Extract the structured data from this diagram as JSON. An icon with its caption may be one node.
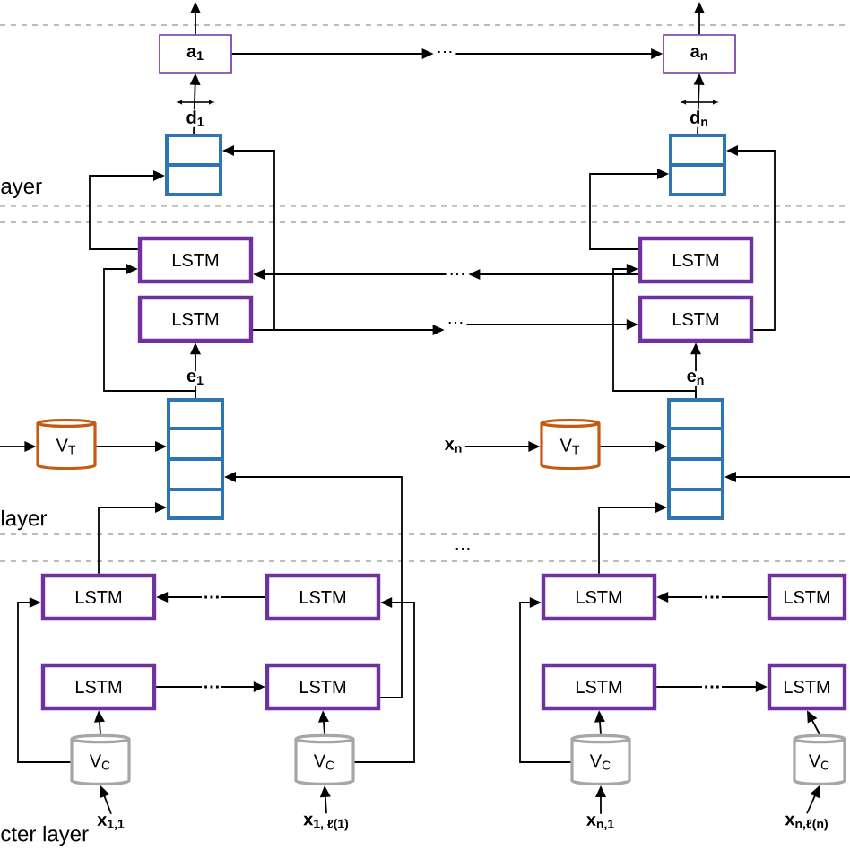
{
  "diagram": {
    "nodes": [
      {
        "text": [
          "a$_{1}$"
        ]
      },
      {
        "text": [
          "a$_{n}$"
        ]
      },
      {
        "text": [],
        "shape": "box"
      },
      {
        "text": [],
        "shape": "box"
      },
      {
        "text": [
          "LSTM"
        ]
      },
      {
        "text": [
          "LSTM"
        ]
      },
      {
        "text": [
          "LSTM"
        ]
      },
      {
        "text": [
          "LSTM"
        ]
      },
      {
        "text": [
          "V$_{T}$"
        ]
      },
      {
        "text": [
          "x$_{n}$"
        ]
      },
      {
        "text": [
          "V$_{T}$"
        ]
      },
      {
        "text": [],
        "shape": "box"
      },
      {
        "text": [],
        "shape": "box"
      },
      {
        "text": [
          "LSTM"
        ]
      },
      {
        "text": [
          "LSTM"
        ]
      },
      {
        "text": [
          "LSTM"
        ]
      },
      {
        "text": [
          "LSTM"
        ]
      },
      {
        "text": [
          "V$_{C}$"
        ]
      },
      {
        "text": [
          "V$_{C}$"
        ]
      },
      {
        "text": [
          "x$_{1,1}$"
        ]
      },
      {
        "text": [
          "x$_{1, ℓ(1)}$"
        ]
      },
      {
        "text": [
          "LSTM"
        ]
      },
      {
        "text": [
          "LSTM"
        ]
      },
      {
        "text": [
          "LSTM"
        ]
      },
      {
        "text": [
          "LSTM"
        ]
      },
      {
        "text": [
          "V$_{C}$"
        ]
      },
      {
        "text": [
          "V$_{C}$"
        ]
      },
      {
        "text": [
          "x$_{n,1}$"
        ]
      },
      {
        "text": [
          "x$_{n,ℓ(n)}$"
        ]
      },
      {
        "text": [
          "…"
        ]
      },
      {
        "text": [
          "…"
        ]
      },
      {
        "text": [
          "…"
        ]
      }
    ],
    "edges": [
      {
        "from": 0,
        "to": null,
        "arrow": "to"
      },
      {
        "from": 1,
        "to": null,
        "arrow": "to"
      },
      {
        "from": 0,
        "to": 29,
        "arrow": "to"
      },
      {
        "from": 29,
        "to": 1,
        "arrow": "to"
      },
      {
        "from": 2,
        "to": 0,
        "arrow": "to",
        "label": "d$_{1}$"
      },
      {
        "from": 3,
        "to": 1,
        "arrow": "to",
        "label": "d$_{n}$"
      },
      {
        "from": 4,
        "to": 2,
        "arrow": "to"
      },
      {
        "from": 5,
        "to": 2,
        "arrow": "to"
      },
      {
        "from": 5,
        "to": 31,
        "arrow": "to"
      },
      {
        "from": 30,
        "to": 4,
        "arrow": "to"
      },
      {
        "from": 11,
        "to": 5,
        "arrow": "to",
        "label": "e$_{1}$"
      },
      {
        "from": 11,
        "to": 4,
        "arrow": "to"
      },
      {
        "from": null,
        "to": 8,
        "arrow": "to"
      },
      {
        "from": 8,
        "to": 11,
        "arrow": "to"
      },
      {
        "from": 9,
        "to": 10,
        "arrow": "to"
      },
      {
        "from": 10,
        "to": 12,
        "arrow": "to"
      },
      {
        "from": 13,
        "to": 11,
        "arrow": "to"
      },
      {
        "from": 14,
        "to": 13,
        "arrow": "to",
        "label": "…"
      },
      {
        "from": 15,
        "to": 16,
        "arrow": "to",
        "label": "…"
      },
      {
        "from": 16,
        "to": 11,
        "arrow": "to"
      },
      {
        "from": 18,
        "to": 14,
        "arrow": "to"
      },
      {
        "from": 17,
        "to": 15,
        "arrow": "to"
      },
      {
        "from": 18,
        "to": 16,
        "arrow": "to"
      },
      {
        "from": 17,
        "to": 13,
        "arrow": "to"
      },
      {
        "from": 19,
        "to": 17,
        "arrow": "to"
      },
      {
        "from": 20,
        "to": 18,
        "arrow": "to"
      },
      {
        "from": 6,
        "to": 30,
        "arrow": "to"
      },
      {
        "from": 31,
        "to": 7,
        "arrow": "to"
      },
      {
        "from": 6,
        "to": 3,
        "arrow": "to"
      },
      {
        "from": 7,
        "to": 3,
        "arrow": "to"
      },
      {
        "from": 12,
        "to": 7,
        "arrow": "to",
        "label": "e$_{n}$"
      },
      {
        "from": 12,
        "to": 6,
        "arrow": "to"
      },
      {
        "from": 21,
        "to": 12,
        "arrow": "to"
      },
      {
        "from": 22,
        "to": 21,
        "arrow": "to",
        "label": "…"
      },
      {
        "from": 23,
        "to": 24,
        "arrow": "to",
        "label": "…"
      },
      {
        "from": 25,
        "to": 23,
        "arrow": "to"
      },
      {
        "from": 26,
        "to": 24,
        "arrow": "to"
      },
      {
        "from": 25,
        "to": 21,
        "arrow": "to"
      },
      {
        "from": 27,
        "to": 25,
        "arrow": "to"
      },
      {
        "from": 28,
        "to": 26,
        "arrow": "to"
      },
      {
        "from": null,
        "to": 12,
        "arrow": "to"
      }
    ],
    "labels": [
      "ayer",
      "layer",
      "…",
      "cter layer"
    ]
  }
}
